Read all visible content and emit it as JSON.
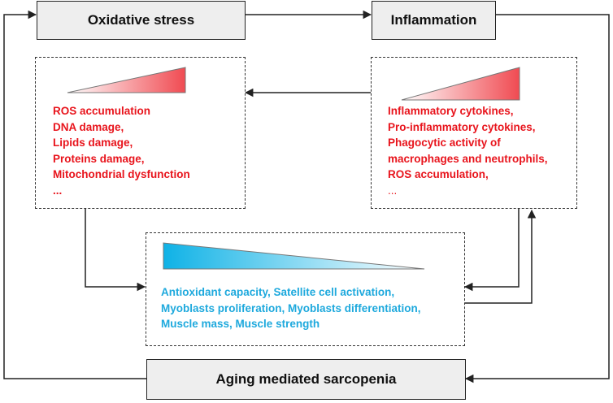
{
  "boxes": {
    "oxidative_stress": "Oxidative stress",
    "inflammation": "Inflammation",
    "aging": "Aging mediated sarcopenia"
  },
  "oxidative_effects": [
    "ROS accumulation",
    "DNA damage,",
    "Lipids damage,",
    "Proteins damage,",
    "Mitochondrial dysfunction",
    "..."
  ],
  "inflammation_effects": [
    "Inflammatory cytokines,",
    "Pro-inflammatory cytokines,",
    "Phagocytic activity of",
    "macrophages and neutrophils,",
    "ROS accumulation,",
    "..."
  ],
  "muscle_effects": [
    "Antioxidant capacity, Satellite cell activation,",
    "Myoblasts proliferation, Myoblasts differentiation,",
    "Muscle mass, Muscle strength"
  ],
  "colors": {
    "increase": "#e8141c",
    "decrease": "#1ea9dd",
    "box_fill": "#eeeeee",
    "line": "#222222"
  }
}
